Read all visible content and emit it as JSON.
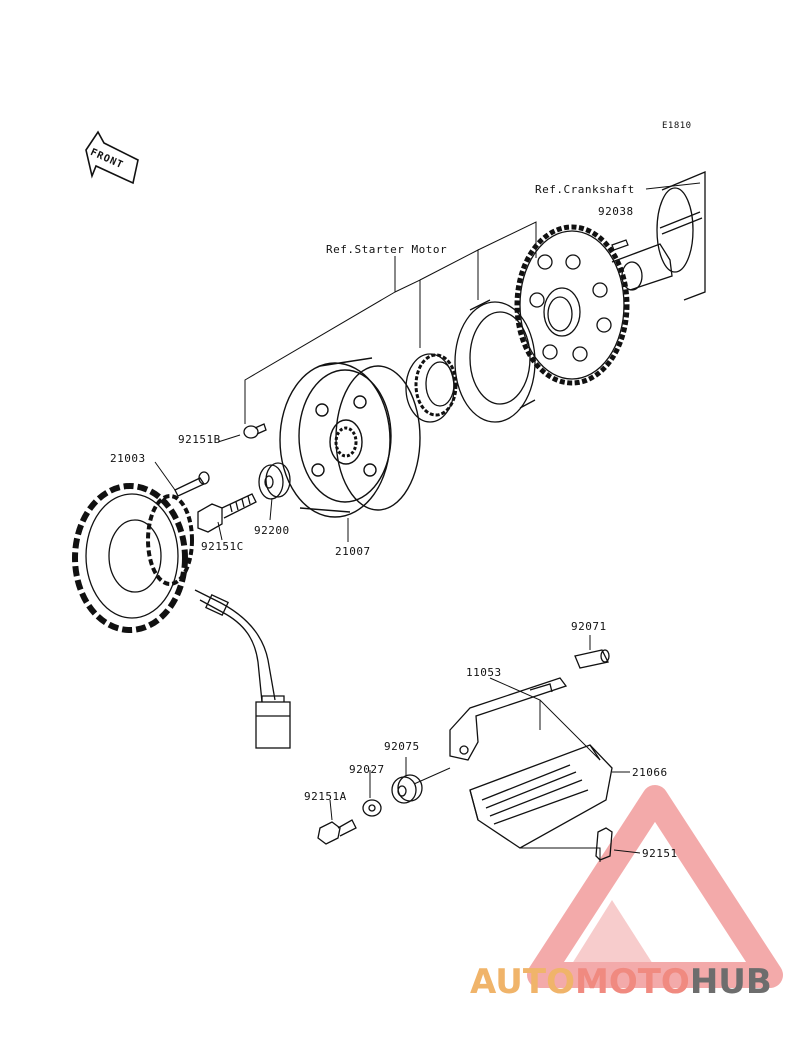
{
  "diagram_code": "E1810",
  "front_label": "FRONT",
  "labels": {
    "ref_crankshaft": "Ref.Crankshaft",
    "p92038": "92038",
    "ref_starter_motor": "Ref.Starter Motor",
    "p92151B": "92151B",
    "p21003": "21003",
    "p92200": "92200",
    "p92151C": "92151C",
    "p21007": "21007",
    "p92071": "92071",
    "p11053": "11053",
    "p92075": "92075",
    "p92027": "92027",
    "p21066": "21066",
    "p92151A": "92151A",
    "p92151": "92151"
  },
  "watermark": {
    "part1": "AUTO",
    "part2": "MOTO",
    "part3": "HUB",
    "colors": {
      "auto": "#f0b46a",
      "moto": "#f08a80",
      "hub": "#6d6d6d",
      "triangle": "#f0a0a0"
    }
  }
}
